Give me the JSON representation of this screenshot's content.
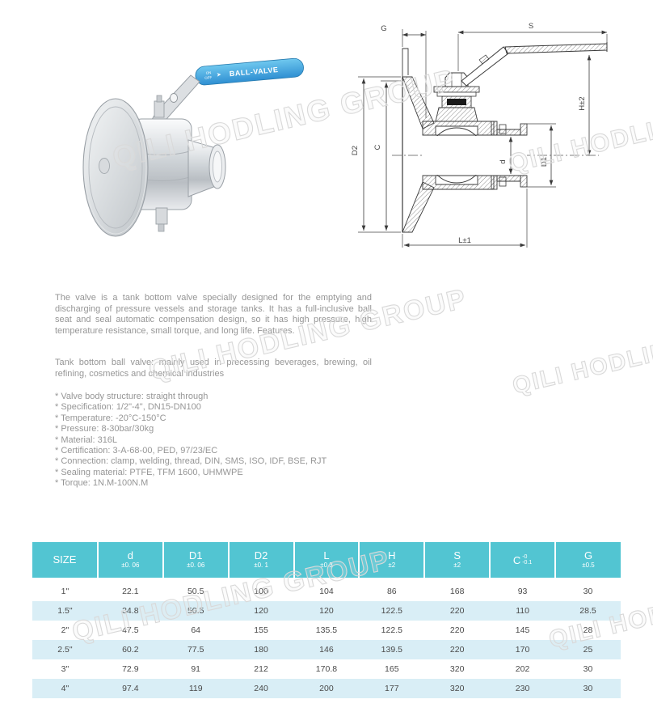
{
  "watermark": {
    "text": "QILI HODLING GROUP"
  },
  "photo": {
    "handle_brand": "BALL-VALVE",
    "handle_on": "ON",
    "handle_off": "OFF",
    "handle_color": "#3f9fd8"
  },
  "drawing": {
    "dims": {
      "g": "G",
      "s": "S",
      "h": "H±2",
      "d2": "D2",
      "c": "C",
      "d": "d",
      "d1": "D1",
      "l": "L±1"
    }
  },
  "description": {
    "paragraph1": "The valve is a tank bottom valve specially designed for the emptying and discharging of pressure vessels and storage tanks. It has a full-inclusive ball seat and seal automatic compensation design, so it has high pressure, high temperature resistance, small torque, and long life. Features.",
    "paragraph2": "Tank bottom ball valve: mainly used in precessing beverages, brewing, oil refining, cosmetics and chemical industries"
  },
  "features": [
    "* Valve body structure: straight through",
    "* Specification: 1/2\"-4\", DN15-DN100",
    "* Temperature: -20°C-150°C",
    "* Pressure: 8-30bar/30kg",
    "* Material: 316L",
    "* Certification: 3-A-68-00, PED, 97/23/EC",
    "* Connection: clamp, welding, thread, DIN, SMS, ISO, IDF, BSE, RJT",
    "* Sealing material: PTFE, TFM 1600, UHMWPE",
    "* Torque: 1N.M-100N.M"
  ],
  "table": {
    "columns": [
      {
        "label": "SIZE",
        "tolerance": ""
      },
      {
        "label": "d",
        "tolerance": "±0. 06"
      },
      {
        "label": "D1",
        "tolerance": "±0. 06"
      },
      {
        "label": "D2",
        "tolerance": "±0. 1"
      },
      {
        "label": "L",
        "tolerance": "±0.3"
      },
      {
        "label": "H",
        "tolerance": "±2"
      },
      {
        "label": "S",
        "tolerance": "±2"
      },
      {
        "label": "C",
        "tol_top": "-0",
        "tol_bottom": "-0.1"
      },
      {
        "label": "G",
        "tolerance": "±0.5"
      }
    ],
    "rows": [
      [
        "1\"",
        "22.1",
        "50.5",
        "100",
        "104",
        "86",
        "168",
        "93",
        "30"
      ],
      [
        "1.5\"",
        "34.8",
        "50.5",
        "120",
        "120",
        "122.5",
        "220",
        "110",
        "28.5"
      ],
      [
        "2\"",
        "47.5",
        "64",
        "155",
        "135.5",
        "122.5",
        "220",
        "145",
        "28"
      ],
      [
        "2.5\"",
        "60.2",
        "77.5",
        "180",
        "146",
        "139.5",
        "220",
        "170",
        "25"
      ],
      [
        "3\"",
        "72.9",
        "91",
        "212",
        "170.8",
        "165",
        "320",
        "202",
        "30"
      ],
      [
        "4\"",
        "97.4",
        "119",
        "240",
        "200",
        "177",
        "320",
        "230",
        "30"
      ]
    ]
  },
  "colors": {
    "header_bg": "#52c5d2",
    "row_alt": "#d9eef6",
    "line": "#3a3a3a"
  }
}
